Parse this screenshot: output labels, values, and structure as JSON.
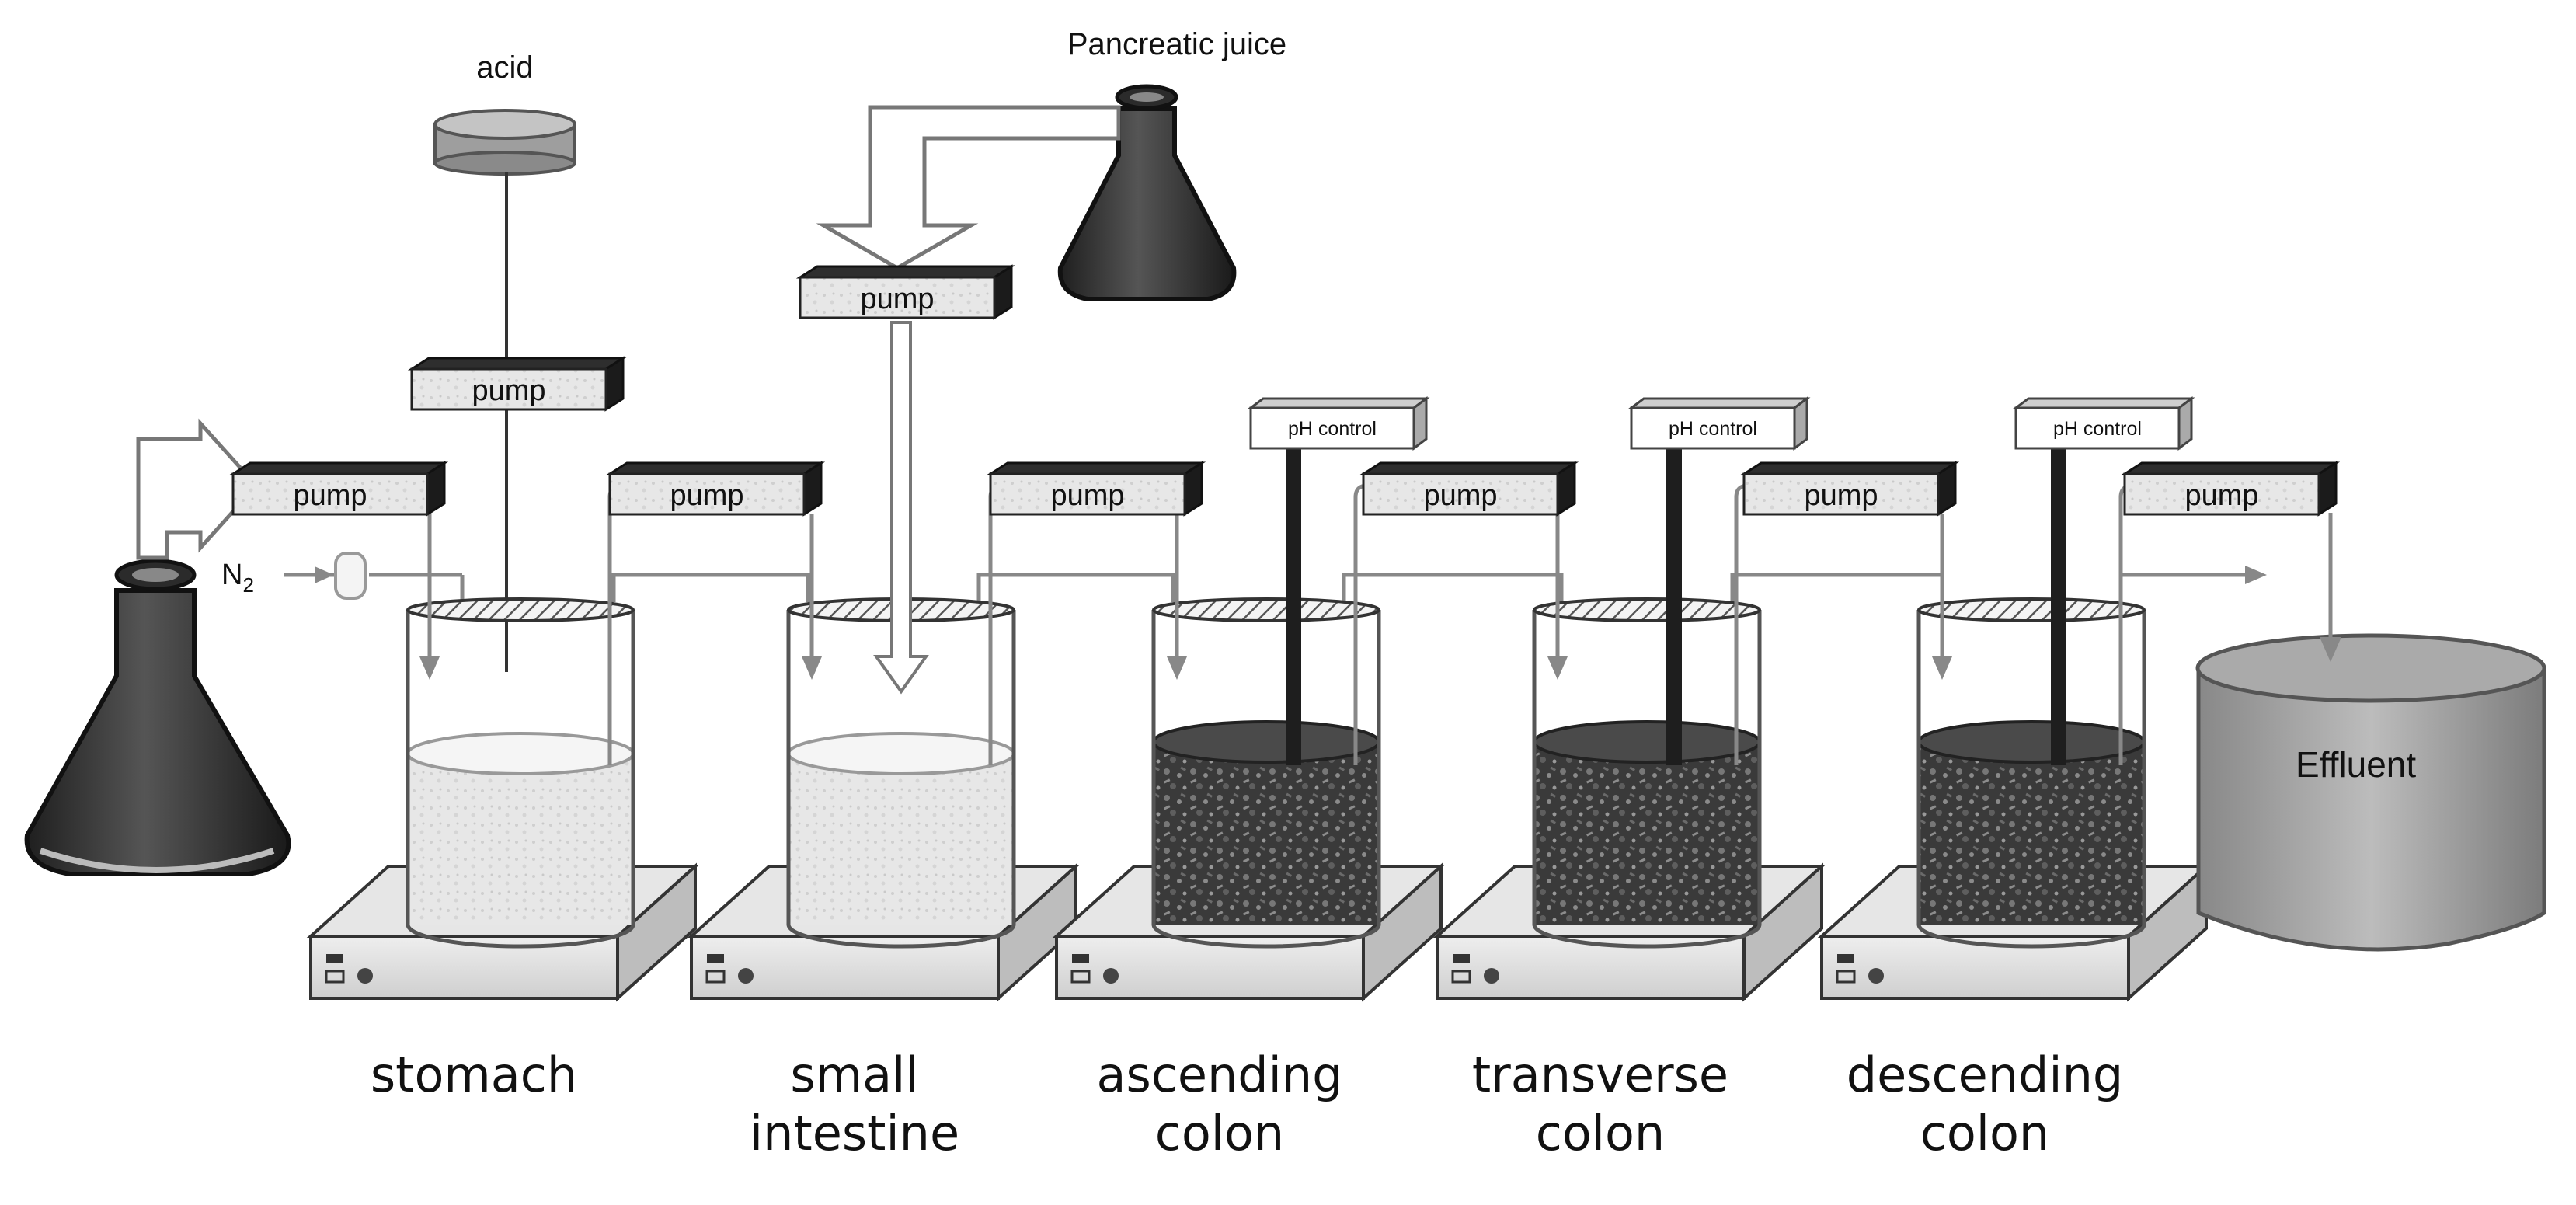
{
  "labels": {
    "acid": "acid",
    "pancreatic": "Pancreatic juice",
    "n2": "N",
    "n2_sub": "2",
    "effluent": "Effluent"
  },
  "pumps": {
    "feed": "pump",
    "acid": "pump",
    "pancreatic": "pump",
    "vessel1": "pump",
    "vessel2": "pump",
    "vessel3": "pump",
    "vessel4": "pump",
    "vessel5": "pump"
  },
  "ph_controls": {
    "ascending": "pH control",
    "transverse": "pH control",
    "descending": "pH control"
  },
  "vessels": {
    "stomach": [
      "stomach"
    ],
    "small_intestine": [
      "small",
      "intestine"
    ],
    "ascending": [
      "ascending",
      "colon"
    ],
    "transverse": [
      "transverse",
      "colon"
    ],
    "descending": [
      "descending",
      "colon"
    ]
  },
  "vessel_contents": {
    "stomach": "light",
    "small_intestine": "light",
    "ascending": "dark",
    "transverse": "dark",
    "descending": "dark"
  }
}
